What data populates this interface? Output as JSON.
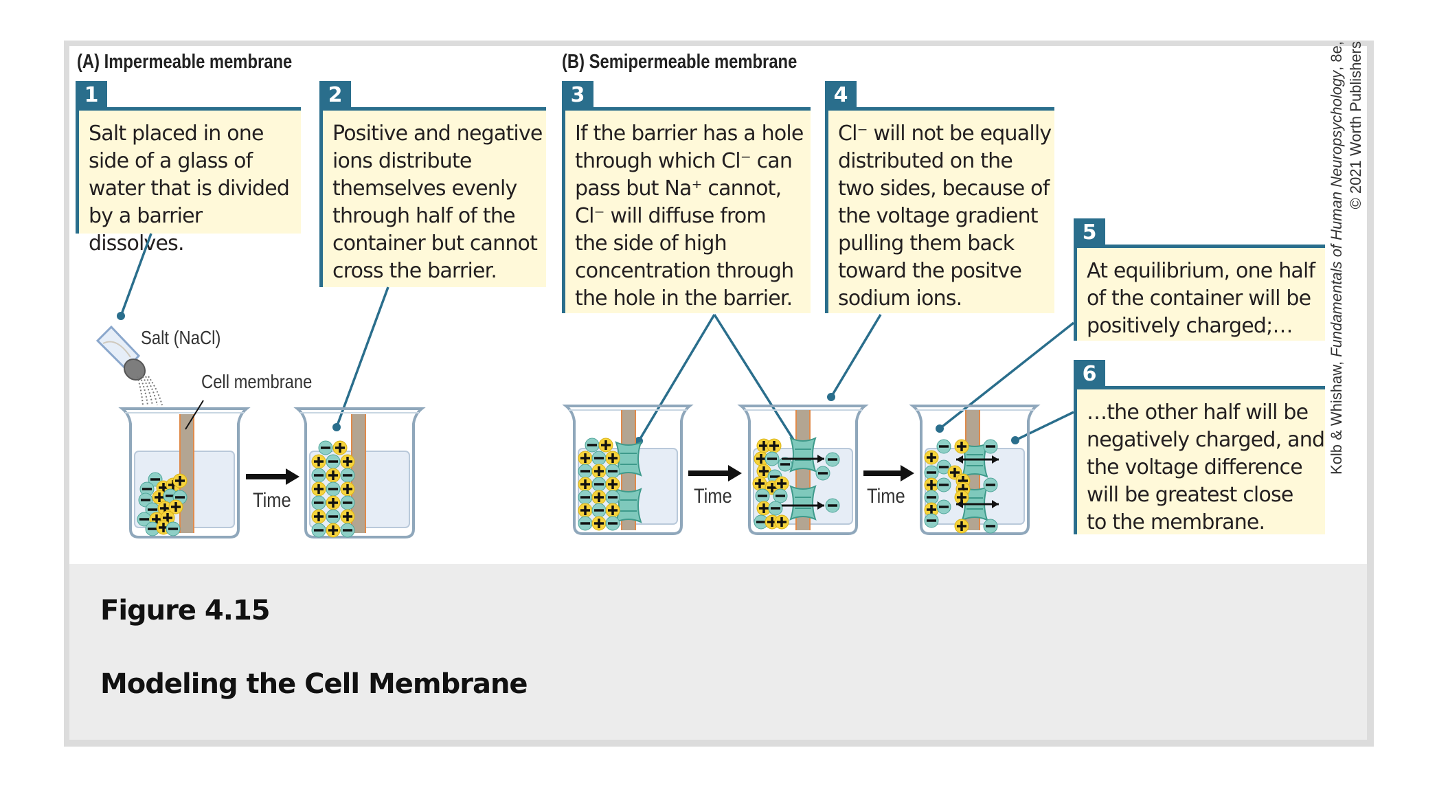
{
  "figure": {
    "number": "Figure 4.15",
    "title": "Modeling the Cell Membrane"
  },
  "sections": {
    "a_title": "(A) Impermeable membrane",
    "b_title": "(B) Semipermeable membrane"
  },
  "steps": [
    {
      "num": "1",
      "text": "Salt placed in one\nside of a glass of\nwater that is divided\nby a barrier dissolves."
    },
    {
      "num": "2",
      "text": "Positive and negative\nions distribute\nthemselves evenly\nthrough half of the\ncontainer but cannot\ncross the barrier."
    },
    {
      "num": "3",
      "text": "If the barrier has a hole\nthrough which Cl⁻ can\npass but Na⁺ cannot,\nCl⁻ will diffuse from\nthe side of high\nconcentration through\nthe hole in the barrier."
    },
    {
      "num": "4",
      "text": "Cl⁻ will not be equally\ndistributed on the\ntwo sides, because of\nthe voltage gradient\npulling them back\ntoward the positve\nsodium ions."
    },
    {
      "num": "5",
      "text": "At equilibrium, one half\nof the container will be\npositively charged;…"
    },
    {
      "num": "6",
      "text": "…the other half will be\nnegatively charged, and\nthe voltage difference\nwill be greatest close\nto the membrane."
    }
  ],
  "labels": {
    "salt": "Salt (NaCl)",
    "cell_membrane": "Cell membrane",
    "time": "Time"
  },
  "credit": {
    "authors": "Kolb & Whishaw, ",
    "book": "Fundamentals of Human Neuropsychology",
    "edition": ", 8e,",
    "copyright": "© 2021 Worth Publishers"
  },
  "colors": {
    "accent": "#2a6e8c",
    "box_fill": "#fff9d9",
    "water": "#e6edf6",
    "anion": "#8ecfc6",
    "cation": "#f6d33c",
    "membrane": "#b3a592",
    "channel": "#7fc9bc"
  }
}
